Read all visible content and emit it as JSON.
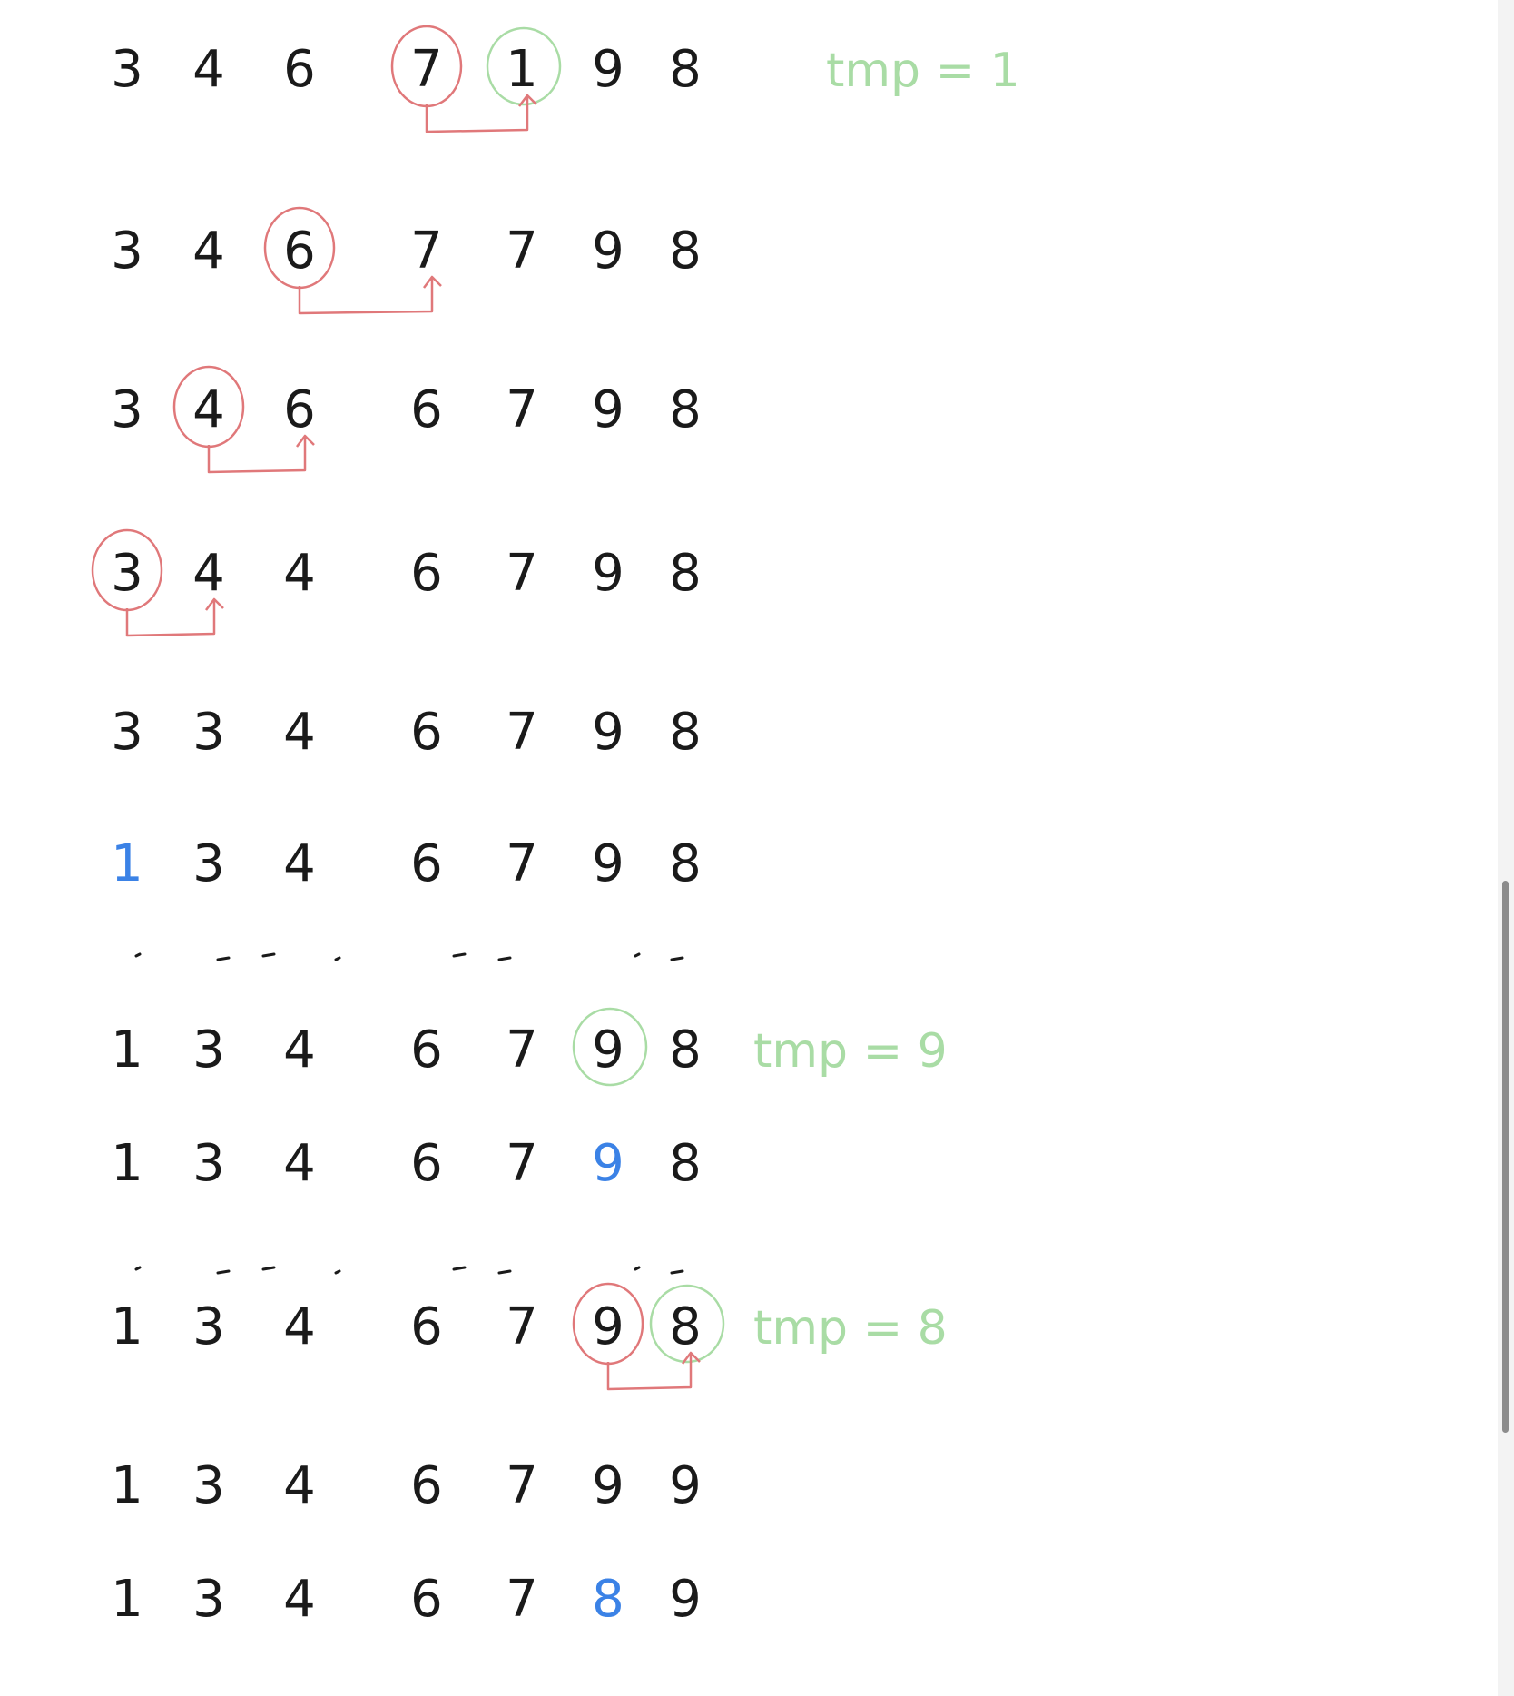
{
  "rows": [
    {
      "values": [
        "3",
        "4",
        "6",
        "7",
        "1",
        "9",
        "8"
      ],
      "circle_red": [
        3
      ],
      "circle_green": [
        4
      ],
      "arrow": [
        3,
        4
      ],
      "tmp": "tmp = 1"
    },
    {
      "values": [
        "3",
        "4",
        "6",
        "7",
        "7",
        "9",
        "8"
      ],
      "circle_red": [
        2
      ],
      "circle_green": [],
      "arrow": [
        2,
        3
      ]
    },
    {
      "values": [
        "3",
        "4",
        "6",
        "6",
        "7",
        "9",
        "8"
      ],
      "circle_red": [
        1
      ],
      "circle_green": [],
      "arrow": [
        1,
        2
      ]
    },
    {
      "values": [
        "3",
        "4",
        "4",
        "6",
        "7",
        "9",
        "8"
      ],
      "circle_red": [
        0
      ],
      "circle_green": [],
      "arrow": [
        0,
        1
      ]
    },
    {
      "values": [
        "3",
        "3",
        "4",
        "6",
        "7",
        "9",
        "8"
      ],
      "circle_red": [],
      "circle_green": []
    },
    {
      "values": [
        "1",
        "3",
        "4",
        "6",
        "7",
        "9",
        "8"
      ],
      "circle_red": [],
      "circle_green": [],
      "blue": [
        0
      ]
    },
    {
      "separator": true
    },
    {
      "values": [
        "1",
        "3",
        "4",
        "6",
        "7",
        "9",
        "8"
      ],
      "circle_red": [],
      "circle_green": [
        5
      ],
      "tmp": "tmp = 9"
    },
    {
      "values": [
        "1",
        "3",
        "4",
        "6",
        "7",
        "9",
        "8"
      ],
      "circle_red": [],
      "circle_green": [],
      "blue": [
        5
      ]
    },
    {
      "separator": true
    },
    {
      "values": [
        "1",
        "3",
        "4",
        "6",
        "7",
        "9",
        "8"
      ],
      "circle_red": [
        5
      ],
      "circle_green": [
        6
      ],
      "arrow": [
        5,
        6
      ],
      "tmp": "tmp = 8"
    },
    {
      "values": [
        "1",
        "3",
        "4",
        "6",
        "7",
        "9",
        "9"
      ],
      "circle_red": [],
      "circle_green": []
    },
    {
      "values": [
        "1",
        "3",
        "4",
        "6",
        "7",
        "8",
        "9"
      ],
      "circle_red": [],
      "circle_green": [],
      "blue": [
        5
      ]
    }
  ],
  "colors": {
    "ink": "#1a1a1a",
    "red": "#e0787a",
    "green": "#a9dca5",
    "blue": "#3b82e6"
  }
}
